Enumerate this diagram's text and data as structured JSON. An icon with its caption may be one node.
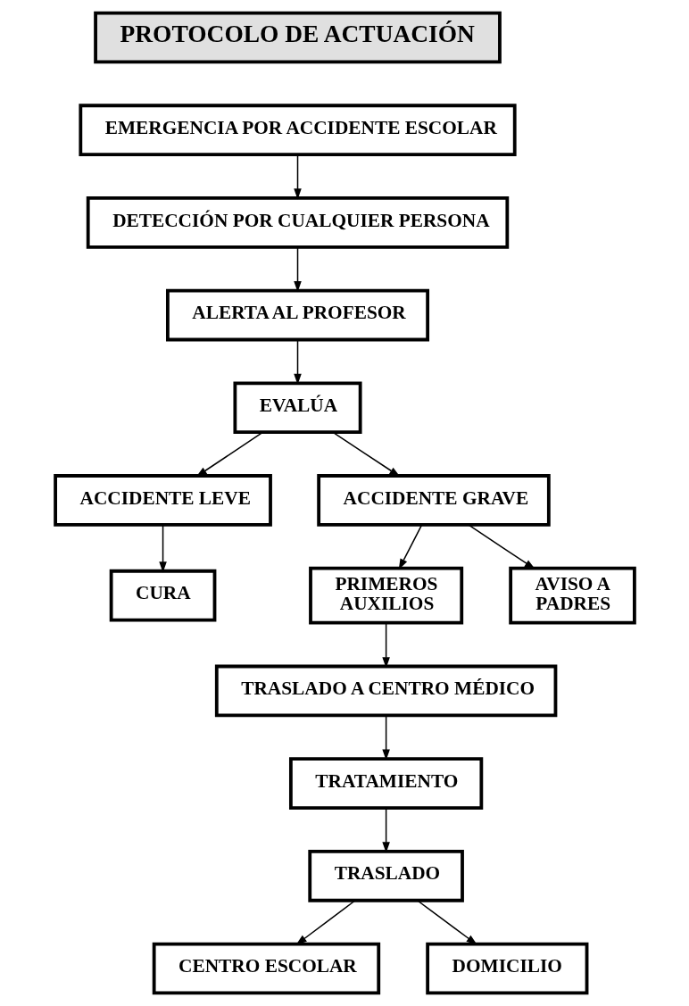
{
  "diagram": {
    "nodes": [
      {
        "text": [
          "PROTOCOLO DE ACTUACIÓN"
        ]
      },
      {
        "text": [
          "EMERGENCIA POR ACCIDENTE ESCOLAR"
        ]
      },
      {
        "text": [
          "DETECCIÓN POR CUALQUIER PERSONA"
        ]
      },
      {
        "text": [
          "ALERTA AL PROFESOR"
        ]
      },
      {
        "text": [
          "EVALÚA"
        ]
      },
      {
        "text": [
          "ACCIDENTE LEVE"
        ]
      },
      {
        "text": [
          "ACCIDENTE GRAVE"
        ]
      },
      {
        "text": [
          "CURA"
        ]
      },
      {
        "text": [
          "PRIMEROS AUXILIOS"
        ]
      },
      {
        "text": [
          "AVISO A PADRES"
        ]
      },
      {
        "text": [
          "TRASLADO A CENTRO MÉDICO"
        ]
      },
      {
        "text": [
          "TRATAMIENTO"
        ]
      },
      {
        "text": [
          "TRASLADO"
        ]
      },
      {
        "text": [
          "CENTRO ESCOLAR"
        ]
      },
      {
        "text": [
          "DOMICILIO"
        ]
      }
    ],
    "edges": [
      {
        "from": 1,
        "to": 2,
        "arrow": "to"
      },
      {
        "from": 2,
        "to": 3,
        "arrow": "to"
      },
      {
        "from": 3,
        "to": 4,
        "arrow": "to"
      },
      {
        "from": 4,
        "to": 5,
        "arrow": "to"
      },
      {
        "from": 4,
        "to": 6,
        "arrow": "to"
      },
      {
        "from": 5,
        "to": 7,
        "arrow": "to"
      },
      {
        "from": 6,
        "to": 8,
        "arrow": "to"
      },
      {
        "from": 6,
        "to": 9,
        "arrow": "to"
      },
      {
        "from": 8,
        "to": 10,
        "arrow": "to"
      },
      {
        "from": 10,
        "to": 11,
        "arrow": "to"
      },
      {
        "from": 11,
        "to": 12,
        "arrow": "to"
      },
      {
        "from": 12,
        "to": 13,
        "arrow": "to"
      },
      {
        "from": 12,
        "to": 14,
        "arrow": "to"
      }
    ]
  }
}
